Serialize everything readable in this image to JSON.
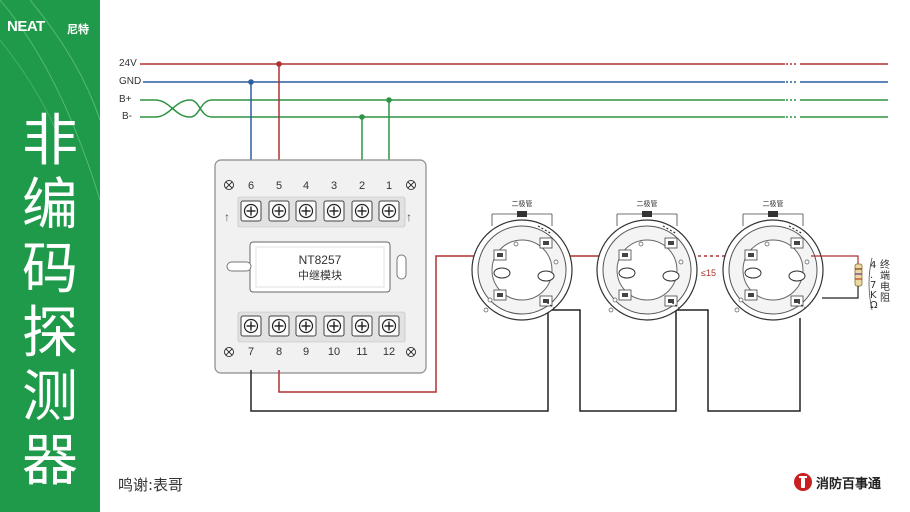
{
  "brand": {
    "name": "NEAT",
    "sub": "尼特"
  },
  "sidebar": {
    "title": "非编码探测器"
  },
  "bus_lines": [
    {
      "label": "24V",
      "color": "#b03030"
    },
    {
      "label": "GND",
      "color": "#2c5fa0"
    },
    {
      "label": "B+",
      "color": "#2e9444"
    },
    {
      "label": "B-",
      "color": "#2e9444"
    }
  ],
  "module": {
    "model": "NT8257",
    "name": "中继模块",
    "top_terminals": [
      "6",
      "5",
      "4",
      "3",
      "2",
      "1"
    ],
    "bottom_terminals": [
      "7",
      "8",
      "9",
      "10",
      "11",
      "12"
    ]
  },
  "detectors": [
    {
      "diode_label": "二极管"
    },
    {
      "diode_label": "二极管"
    },
    {
      "diode_label": "二极管"
    }
  ],
  "max_detectors_label": "≤15",
  "end_resistor": {
    "label": "4.7KΩ终端电阻"
  },
  "credit": "鸣谢:表哥",
  "logo": {
    "text": "消防百事通"
  },
  "colors": {
    "sidebar": "#1f9a4a",
    "red_wire": "#b03030",
    "blue_wire": "#2c5fa0",
    "green_wire": "#2e9444",
    "black_wire": "#222222"
  }
}
